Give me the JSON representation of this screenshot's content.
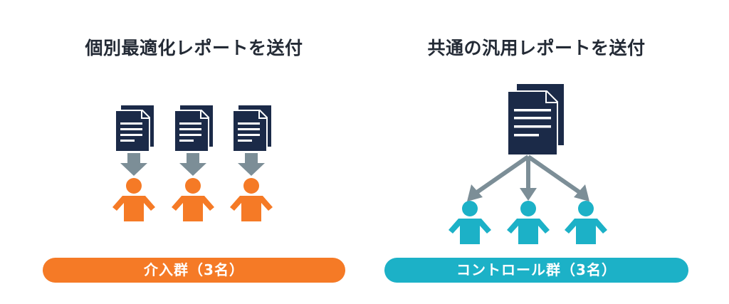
{
  "left_panel": {
    "title": "個別最適化レポートを送付",
    "group_label": "介入群（3名）",
    "person_count": 3,
    "document_count": 3,
    "person_color": "#f57a26",
    "label_color": "#f57a26"
  },
  "right_panel": {
    "title": "共通の汎用レポートを送付",
    "group_label": "コントロール群（3名）",
    "person_count": 3,
    "document_count": 1,
    "person_color": "#1cb1c7",
    "label_color": "#1cb1c7"
  },
  "colors": {
    "document": "#1b2a48",
    "arrow": "#7c8e97",
    "title_text": "#232a35",
    "background": "#ffffff"
  },
  "icons": {
    "document": "document-stack-icon",
    "arrow": "arrow-down-icon",
    "person": "person-icon"
  }
}
